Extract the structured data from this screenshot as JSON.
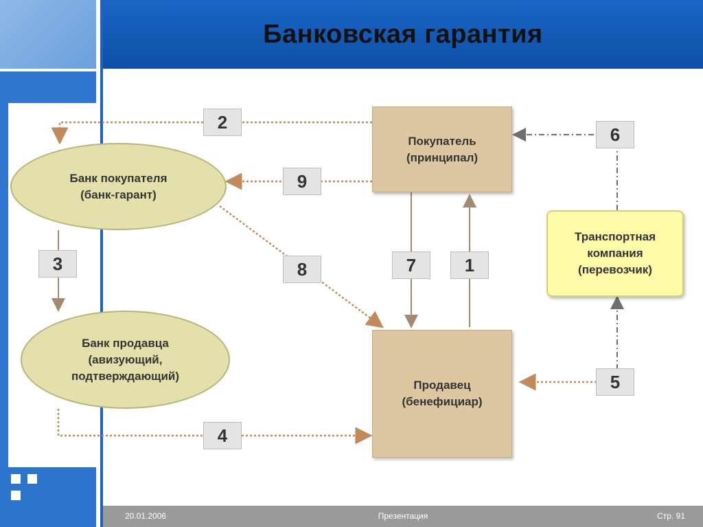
{
  "slide": {
    "title": "Банковская гарантия",
    "footer": {
      "date": "20.01.2006",
      "center": "Презентация",
      "page": "Стр. 91"
    }
  },
  "nodes": {
    "buyer": "Покупатель\n(принципал)",
    "buyer_bank": "Банк покупателя\n(банк-гарант)",
    "seller_bank": "Банк продавца\n(авизующий,\nподтверждающий)",
    "seller": "Продавец\n(бенефициар)",
    "carrier": "Транспортная\nкомпания\n(перевозчик)"
  },
  "steps": [
    "1",
    "2",
    "3",
    "4",
    "5",
    "6",
    "7",
    "8",
    "9"
  ],
  "colors": {
    "box": "#dcc7a1",
    "oval": "#e3e0ab",
    "yellow": "#fdfaa8",
    "arrow_solid": "#a08a70",
    "arrow_dotted": "#c08a5a",
    "arrow_dashdot": "#6f6f6f"
  }
}
